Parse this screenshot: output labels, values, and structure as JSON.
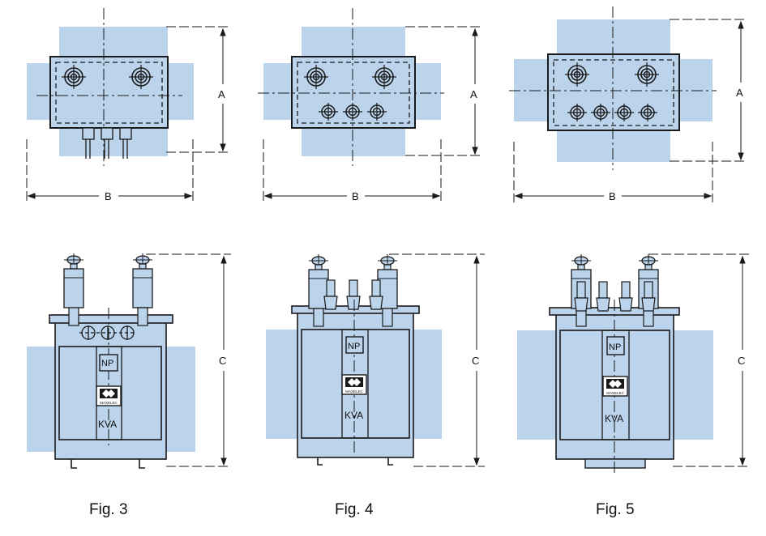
{
  "colors": {
    "body_fill": "#bcd3ec",
    "line": "#1a1a1a"
  },
  "dimensions": {
    "a": "A",
    "b": "B",
    "c": "C"
  },
  "labels": {
    "np": "NP",
    "kva": "KVA",
    "logo": "MAXELEC"
  },
  "figures": [
    {
      "caption": "Fig. 3"
    },
    {
      "caption": "Fig. 4"
    },
    {
      "caption": "Fig. 5"
    }
  ]
}
